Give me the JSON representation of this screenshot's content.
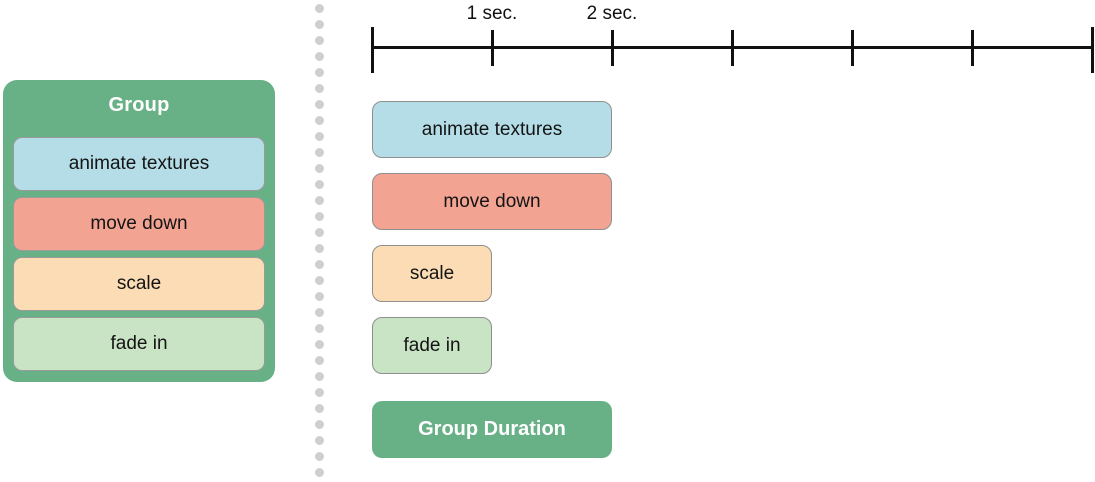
{
  "group_panel": {
    "title": "Group",
    "background_color": "#68b186",
    "rows": [
      {
        "label": "animate textures",
        "color": "#b4dde8"
      },
      {
        "label": "move down",
        "color": "#f2a392"
      },
      {
        "label": "scale",
        "color": "#fbdcb4"
      },
      {
        "label": "fade in",
        "color": "#c9e3c5"
      }
    ]
  },
  "divider": {
    "style": "dotted",
    "dot_color": "#cfcfcf"
  },
  "chart_data": {
    "type": "bar",
    "title": "",
    "xlabel": "",
    "ylabel": "",
    "orientation": "horizontal",
    "xlim": [
      0,
      6
    ],
    "x_unit": "sec.",
    "grid": false,
    "legend": false,
    "axis_ticks": [
      0,
      1,
      2,
      3,
      4,
      5,
      6
    ],
    "tick_labels": [
      "",
      "1 sec.",
      "2 sec.",
      "",
      "",
      "",
      ""
    ],
    "categories": [
      "animate textures",
      "move down",
      "scale",
      "fade in",
      "Group Duration"
    ],
    "starts": [
      0,
      0,
      0,
      0,
      0
    ],
    "values": [
      2,
      2,
      1,
      1,
      2
    ],
    "bar_colors": [
      "#b4dde8",
      "#f2a392",
      "#fbdcb4",
      "#c9e3c5",
      "#68b186"
    ],
    "bars": [
      {
        "label": "animate textures",
        "start": 0,
        "duration": 2,
        "color": "#b4dde8"
      },
      {
        "label": "move down",
        "start": 0,
        "duration": 2,
        "color": "#f2a392"
      },
      {
        "label": "scale",
        "start": 0,
        "duration": 1,
        "color": "#fbdcb4"
      },
      {
        "label": "fade in",
        "start": 0,
        "duration": 1,
        "color": "#c9e3c5"
      },
      {
        "label": "Group Duration",
        "start": 0,
        "duration": 2,
        "color": "#68b186"
      }
    ]
  }
}
